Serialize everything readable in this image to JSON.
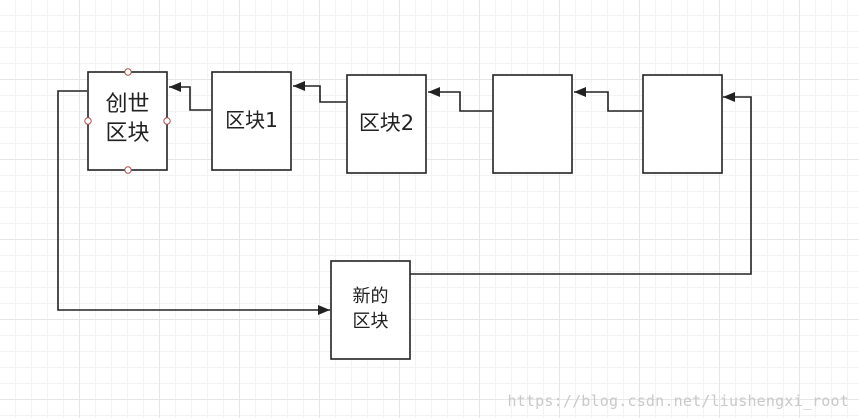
{
  "nodes": {
    "genesis": {
      "line1": "创世",
      "line2": "区块"
    },
    "block1": {
      "label": "区块1"
    },
    "block2": {
      "label": "区块2"
    },
    "block3": {
      "label": ""
    },
    "block4": {
      "label": ""
    },
    "new_block": {
      "line1": "新的",
      "line2": "区块"
    }
  },
  "edges": [
    {
      "from": "block1",
      "to": "genesis"
    },
    {
      "from": "block2",
      "to": "block1"
    },
    {
      "from": "block3",
      "to": "block2"
    },
    {
      "from": "block4",
      "to": "block3"
    },
    {
      "from": "genesis",
      "to": "new_block"
    },
    {
      "from": "new_block",
      "to": "block4"
    }
  ],
  "watermark": "https://blog.csdn.net/liushengxi_root"
}
